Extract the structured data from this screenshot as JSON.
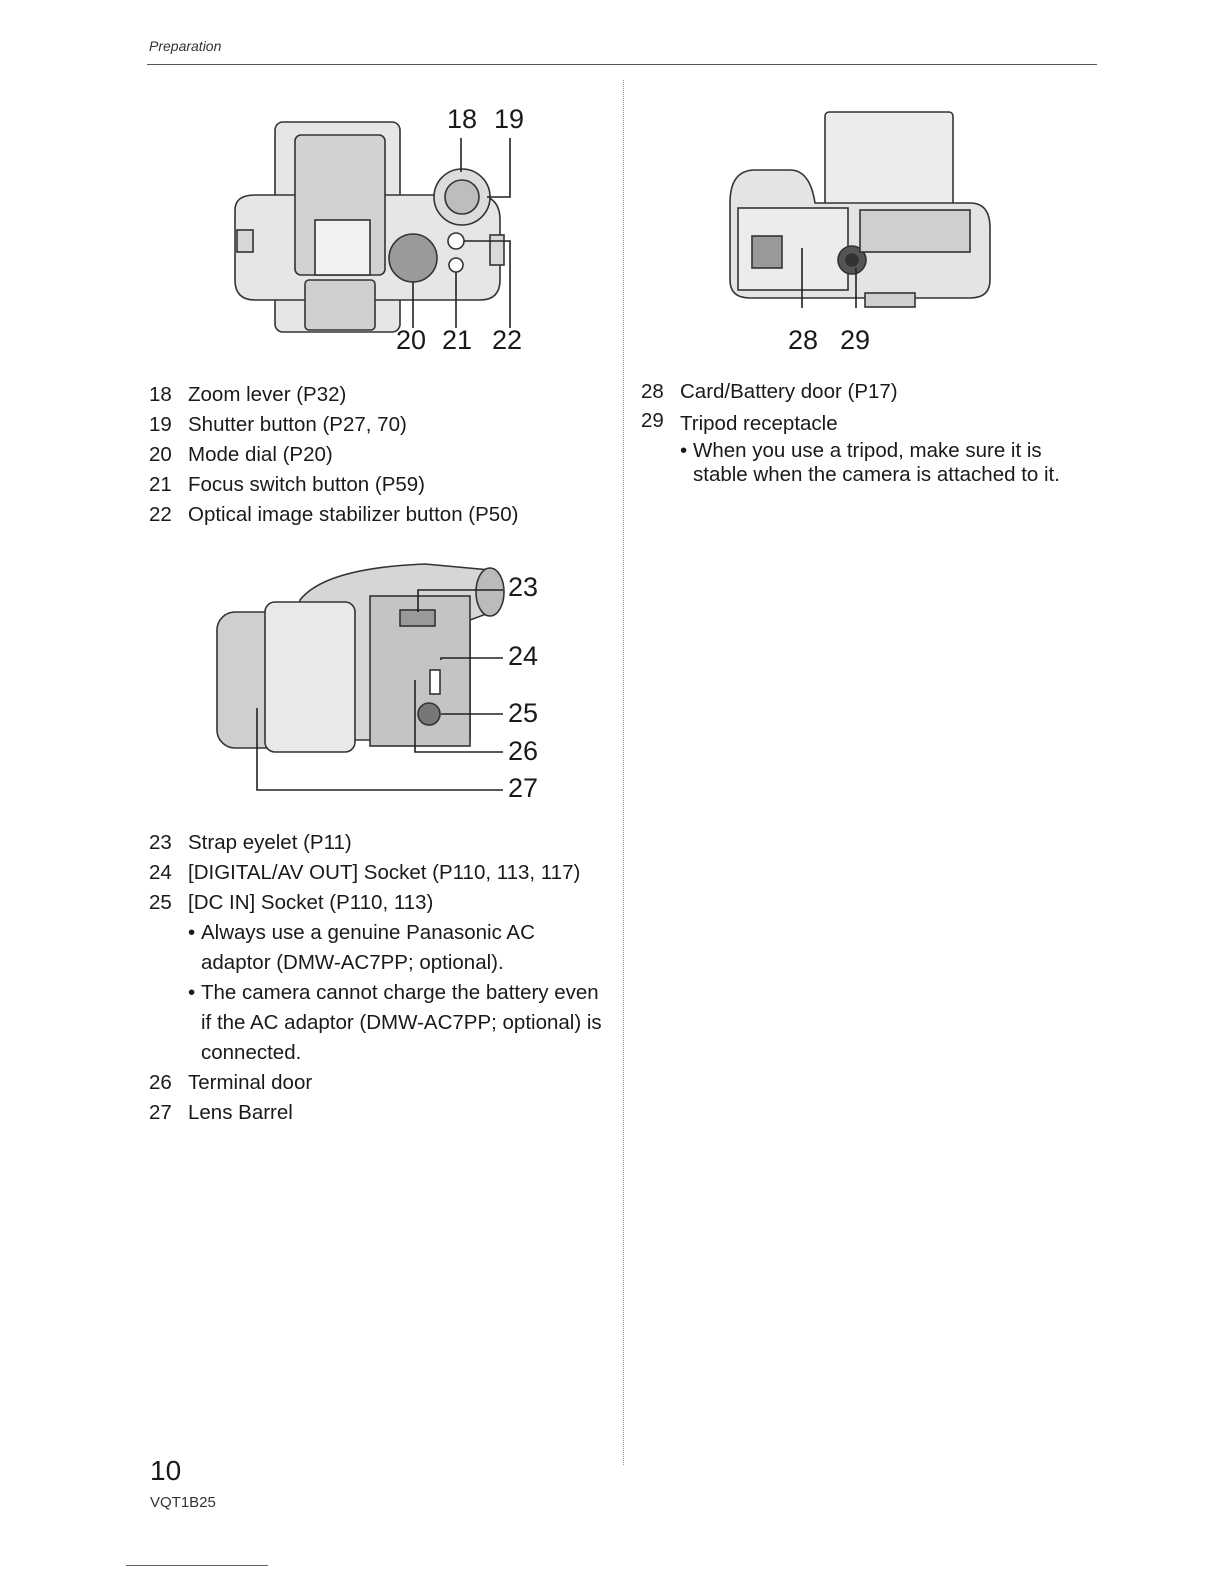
{
  "header": {
    "section": "Preparation"
  },
  "figure_top": {
    "callouts": [
      "18",
      "19",
      "20",
      "21",
      "22"
    ]
  },
  "list_top": [
    {
      "num": "18",
      "text": "Zoom lever (P32)"
    },
    {
      "num": "19",
      "text": "Shutter button (P27, 70)"
    },
    {
      "num": "20",
      "text": "Mode dial (P20)"
    },
    {
      "num": "21",
      "text": "Focus switch button (P59)"
    },
    {
      "num": "22",
      "text": "Optical image stabilizer button (P50)"
    }
  ],
  "figure_side": {
    "callouts": [
      "23",
      "24",
      "25",
      "26",
      "27"
    ]
  },
  "list_side": [
    {
      "num": "23",
      "text": "Strap eyelet (P11)"
    },
    {
      "num": "24",
      "text": "[DIGITAL/AV OUT] Socket (P110, 113, 117)"
    },
    {
      "num": "25",
      "text": "[DC IN] Socket (P110, 113)",
      "notes": [
        "Always use a genuine Panasonic AC adaptor (DMW-AC7PP; optional).",
        "The camera cannot charge the battery even if the AC adaptor (DMW-AC7PP; optional) is connected."
      ]
    },
    {
      "num": "26",
      "text": "Terminal door"
    },
    {
      "num": "27",
      "text": "Lens Barrel"
    }
  ],
  "figure_bottom": {
    "callouts": [
      "28",
      "29"
    ]
  },
  "list_bottom": [
    {
      "num": "28",
      "text": "Card/Battery door (P17)"
    },
    {
      "num": "29",
      "text": "Tripod receptacle",
      "notes": [
        "When you use a tripod, make sure it is stable when the camera is attached to it."
      ]
    }
  ],
  "footer": {
    "page_number": "10",
    "model_code": "VQT1B25"
  }
}
